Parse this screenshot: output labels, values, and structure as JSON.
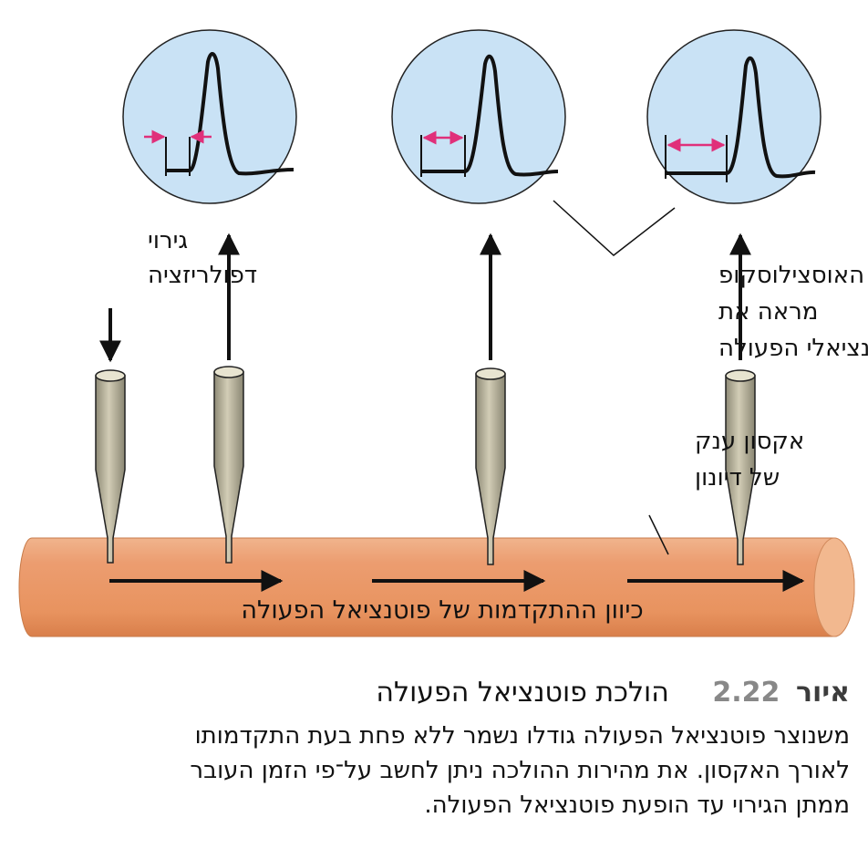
{
  "labels": {
    "stimulus": [
      "גירוי",
      "דפולריזציה"
    ],
    "oscilloscope": [
      "האוסצילוסקופ",
      "מראה את",
      "פוטנציאלי הפעולה"
    ],
    "axon": [
      "אקסון ענק",
      "של דיונון"
    ],
    "direction": "כיוון ההתקדמות של פוטנציאל הפעולה"
  },
  "caption": {
    "label": "איור",
    "number": "2.22",
    "title": "הולכת פוטנציאל הפעולה",
    "lines": [
      "משנוצר פוטנציאל הפעולה גודלו נשמר ללא פחת בעת התקדמותו",
      "לאורך האקסון. את מהירות ההולכה ניתן לחשב על־פי הזמן העובר",
      "ממתן הגירוי עד הופעת פוטנציאל הפעולה."
    ]
  },
  "colors": {
    "scope_fill": "#c9e2f5",
    "axon": "#eb9a6b",
    "axon_end": "#f2b88f",
    "electrode": "#b7b29c",
    "marker": "#e0307a",
    "ink": "#111111"
  },
  "icons": [
    "oscilloscope-screen",
    "recording-electrode",
    "stimulating-electrode",
    "arrow"
  ]
}
